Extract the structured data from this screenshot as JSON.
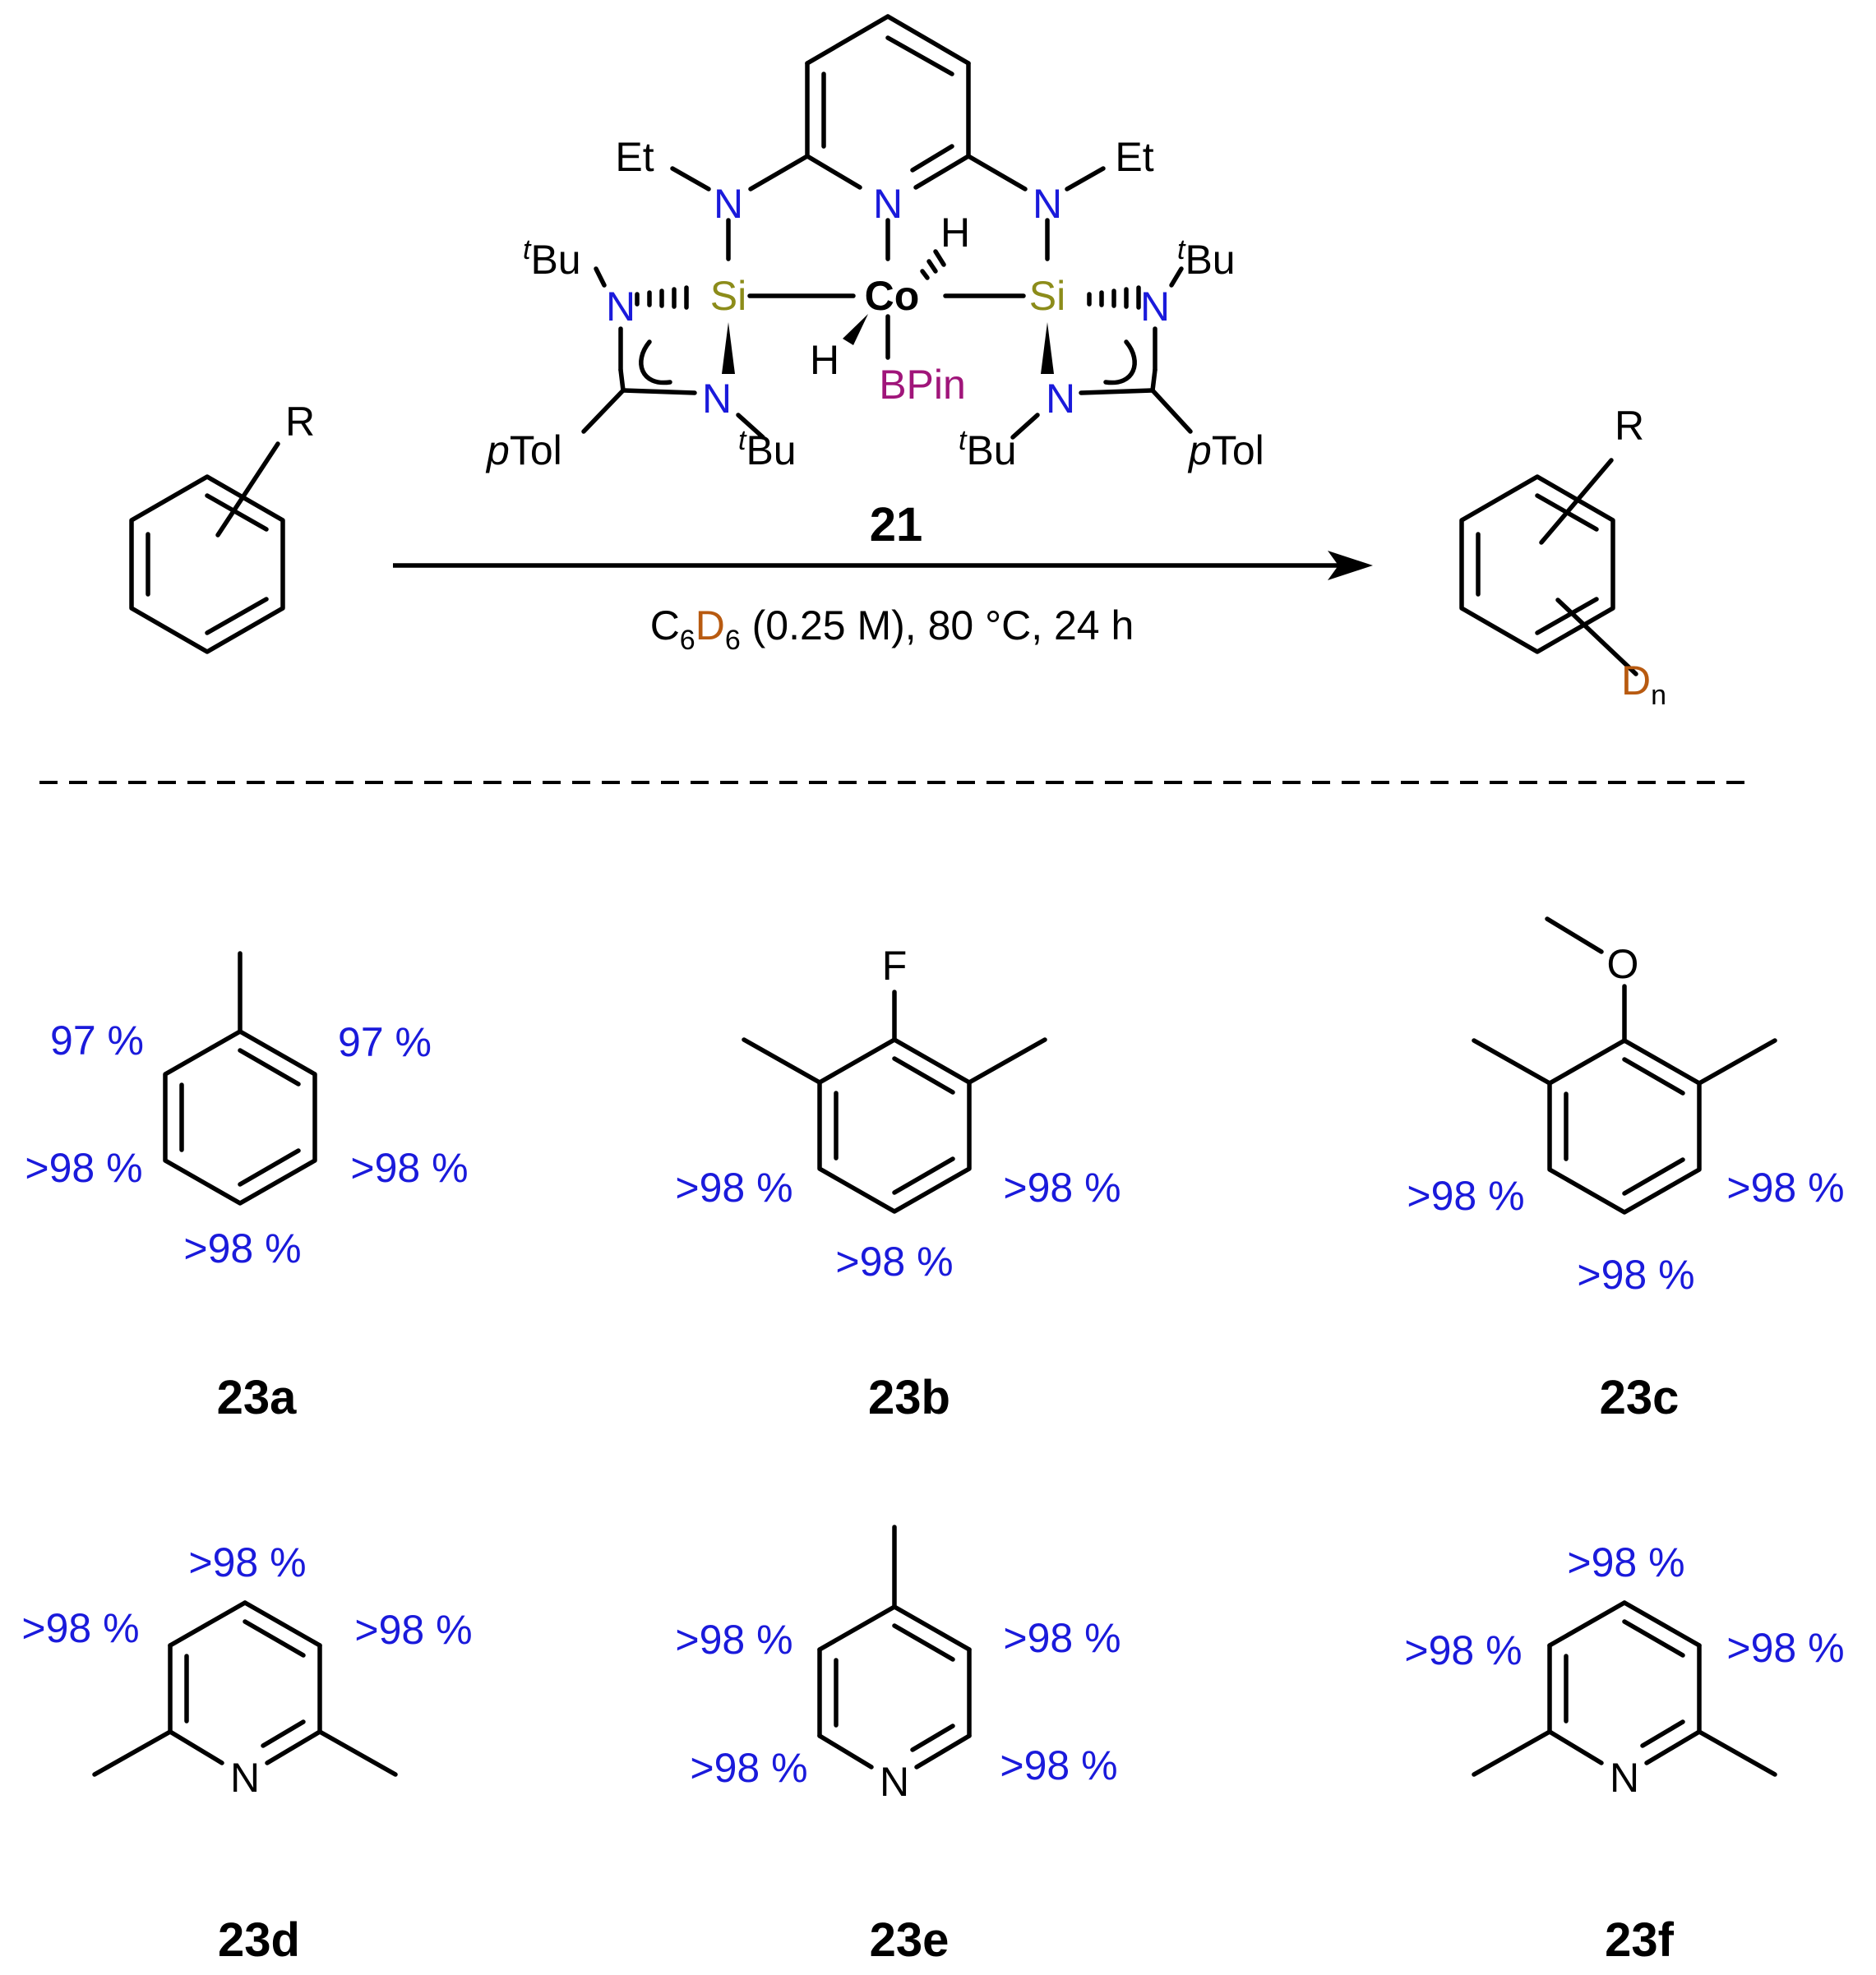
{
  "colors": {
    "bond": "#000000",
    "nitrogen": "#1a1adb",
    "silicon": "#8c8c1a",
    "boron": "#a0157a",
    "deuterium": "#b85a10",
    "percent": "#1a1adb"
  },
  "catalyst": {
    "label": "21",
    "metal": "Co",
    "hydride": "H",
    "boryl": "BPin",
    "silicon": "Si",
    "nitrogen": "N",
    "ethyl": "Et",
    "tbu_sup": "t",
    "tbu": "Bu",
    "ptol_prefix": "p",
    "ptol": "Tol"
  },
  "reaction": {
    "substituent": "R",
    "conditions": {
      "c": "C",
      "c_sub": "6",
      "d": "D",
      "d_sub": "6",
      "rest": " (0.25 M), 80 °C, 24 h"
    },
    "product": {
      "substituent": "R",
      "d": "D",
      "n": "n"
    }
  },
  "products": [
    {
      "label": "23a",
      "values": [
        "97 %",
        "97 %",
        ">98 %",
        ">98 %",
        ">98 %"
      ]
    },
    {
      "label": "23b",
      "heteroatom": "F",
      "values": [
        ">98 %",
        ">98 %",
        ">98 %"
      ]
    },
    {
      "label": "23c",
      "heteroatom": "O",
      "values": [
        ">98 %",
        ">98 %",
        ">98 %"
      ]
    },
    {
      "label": "23d",
      "heteroatom": "N",
      "values": [
        ">98 %",
        ">98 %",
        ">98 %"
      ]
    },
    {
      "label": "23e",
      "heteroatom": "N",
      "values": [
        ">98 %",
        ">98 %",
        ">98 %",
        ">98 %"
      ]
    },
    {
      "label": "23f",
      "heteroatom": "N",
      "values": [
        ">98 %",
        ">98 %",
        ">98 %"
      ]
    }
  ]
}
